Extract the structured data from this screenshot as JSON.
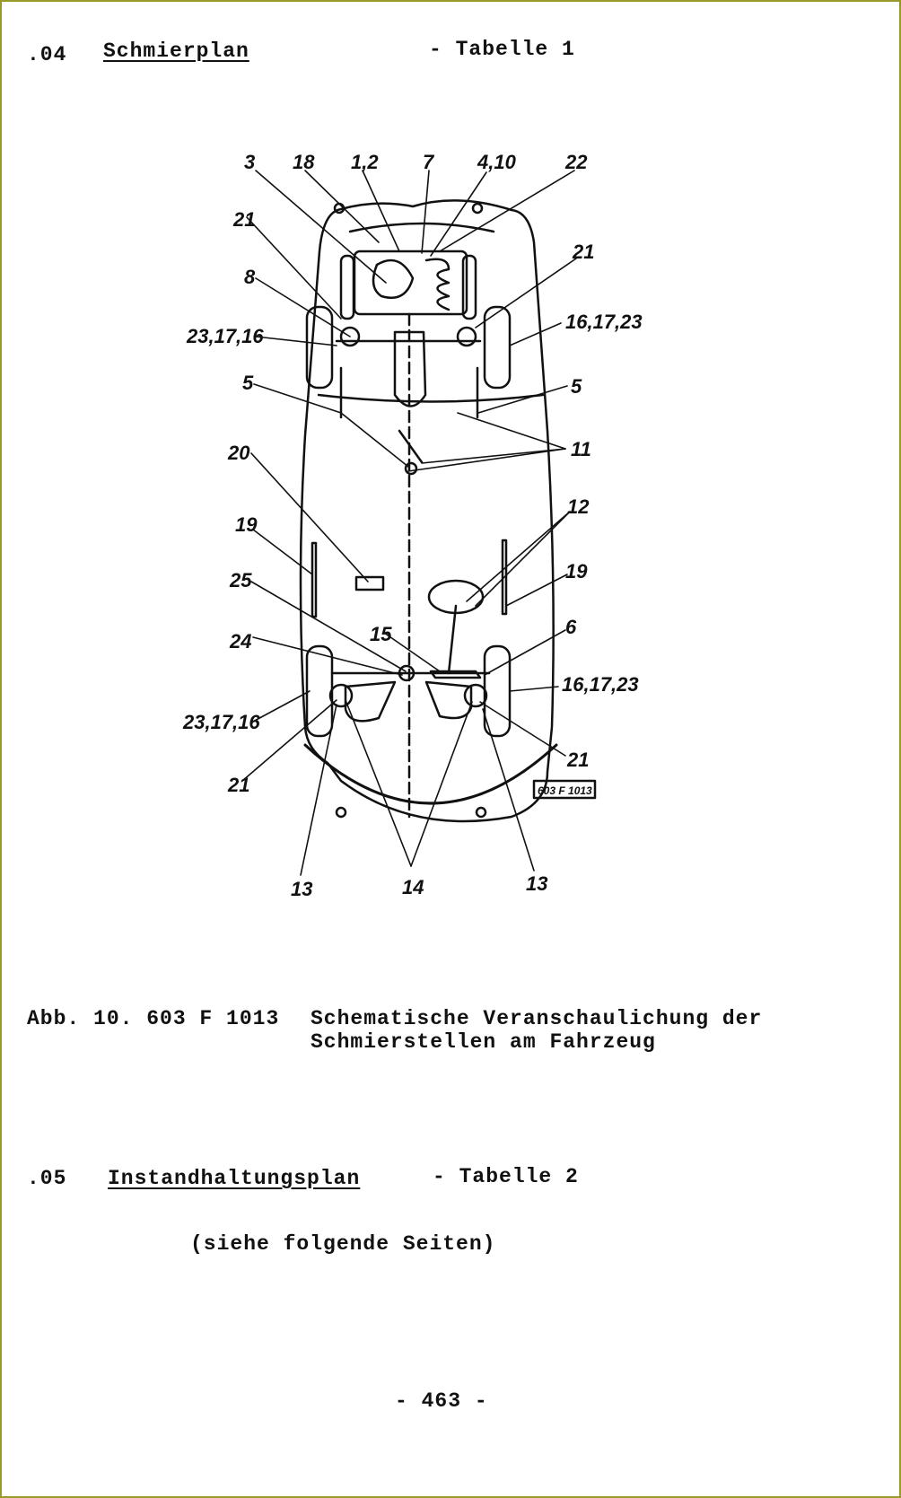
{
  "section_04": {
    "number": ".04",
    "title": "Schmierplan",
    "table_ref": "- Tabelle 1"
  },
  "figure": {
    "drawing_code": "603 F 1013",
    "callouts": {
      "c3": "3",
      "c18": "18",
      "c1_2": "1,2",
      "c7": "7",
      "c4_10": "4,10",
      "c22": "22",
      "c21_a": "21",
      "c21_b": "21",
      "c21_c": "21",
      "c21_d": "21",
      "c8": "8",
      "c23_17_16_a": "23,17,16",
      "c23_17_16_b": "23,17,16",
      "c16_17_23_a": "16,17,23",
      "c16_17_23_b": "16,17,23",
      "c5_a": "5",
      "c5_b": "5",
      "c11": "11",
      "c20": "20",
      "c12": "12",
      "c19_a": "19",
      "c19_b": "19",
      "c25": "25",
      "c6": "6",
      "c15": "15",
      "c24": "24",
      "c13_a": "13",
      "c13_b": "13",
      "c14": "14"
    }
  },
  "caption": {
    "ref": "Abb. 10. 603 F 1013",
    "line1": "Schematische Veranschaulichung der",
    "line2": "Schmierstellen am Fahrzeug"
  },
  "section_05": {
    "number": ".05",
    "title": "Instandhaltungsplan",
    "table_ref": "- Tabelle 2",
    "note": "(siehe folgende Seiten)"
  },
  "page_number": "- 463 -"
}
